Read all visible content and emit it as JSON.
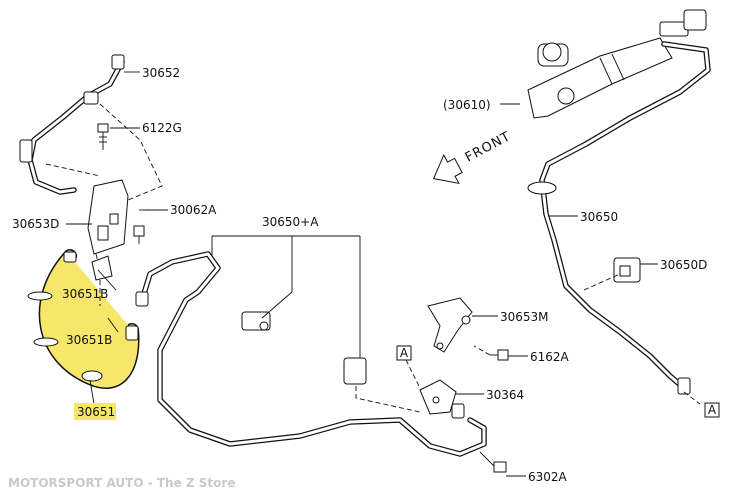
{
  "labels": {
    "p30652": "30652",
    "p6122g": "6122G",
    "p30610": "(30610)",
    "p30653d": "30653D",
    "p30062a": "30062A",
    "p30650a": "30650+A",
    "p30650": "30650",
    "p30650d": "30650D",
    "p30651b_top": "30651B",
    "p30651b_bottom": "30651B",
    "p30653m": "30653M",
    "p6162a": "6162A",
    "p30364": "30364",
    "p30651": "30651",
    "p6302a": "6302A",
    "ref_a_left": "A",
    "ref_a_right": "A",
    "front": "FRONT"
  },
  "highlight_color": "#f6e76a",
  "footer": "MOTORSPORT AUTO - The Z Store"
}
